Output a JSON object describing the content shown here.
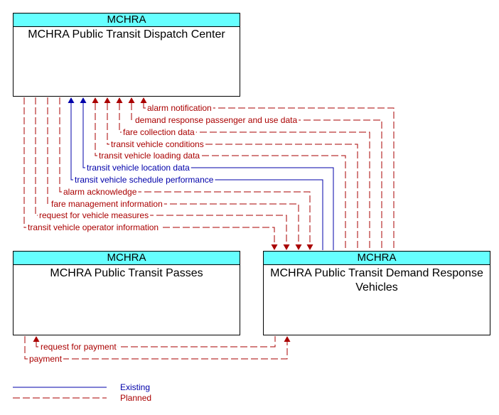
{
  "boxes": {
    "dispatch": {
      "header": "MCHRA",
      "title": "MCHRA Public Transit Dispatch Center"
    },
    "passes": {
      "header": "MCHRA",
      "title": "MCHRA Public Transit Passes"
    },
    "vehicles": {
      "header": "MCHRA",
      "title": "MCHRA Public Transit Demand Response Vehicles"
    }
  },
  "flows": [
    {
      "label": "alarm notification",
      "status": "Planned"
    },
    {
      "label": "demand response passenger and use data",
      "status": "Planned"
    },
    {
      "label": "fare collection data",
      "status": "Planned"
    },
    {
      "label": "transit vehicle conditions",
      "status": "Planned"
    },
    {
      "label": "transit vehicle loading data",
      "status": "Planned"
    },
    {
      "label": "transit vehicle location data",
      "status": "Existing"
    },
    {
      "label": "transit vehicle schedule performance",
      "status": "Existing"
    },
    {
      "label": "alarm acknowledge",
      "status": "Planned"
    },
    {
      "label": "fare management information",
      "status": "Planned"
    },
    {
      "label": "request for vehicle measures",
      "status": "Planned"
    },
    {
      "label": "transit vehicle operator information",
      "status": "Planned"
    },
    {
      "label": "request for payment",
      "status": "Planned"
    },
    {
      "label": "payment",
      "status": "Planned"
    }
  ],
  "legend": {
    "existing": "Existing",
    "planned": "Planned"
  },
  "colors": {
    "existing": "#0000aa",
    "planned": "#aa0000",
    "header": "#66ffff"
  }
}
